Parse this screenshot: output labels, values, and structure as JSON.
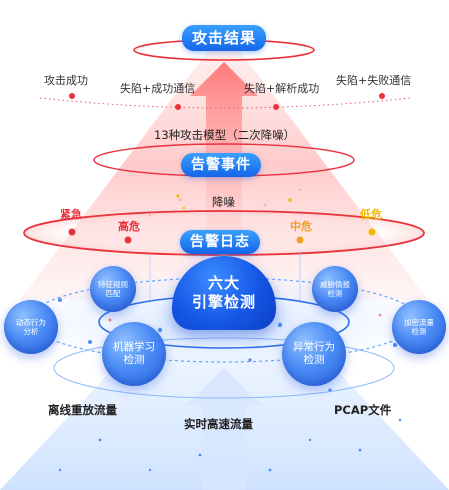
{
  "title": "攻击结果",
  "results": {
    "r1": "攻击成功",
    "r2": "失陷+成功通信",
    "r3": "失陷+解析成功",
    "r4": "失陷+失败通信"
  },
  "model_text": "13种攻击模型（二次降噪）",
  "events_label": "告警事件",
  "denoise_text": "降噪",
  "severity": {
    "urgent": "紧急",
    "high": "高危",
    "medium": "中危",
    "low": "低危"
  },
  "logs_label": "告警日志",
  "engine": {
    "line1": "六大",
    "line2": "引擎检测"
  },
  "detectors": {
    "feature_rule": {
      "line1": "特征规则",
      "line2": "匹配"
    },
    "threat_intel": {
      "line1": "威胁情报",
      "line2": "检测"
    },
    "dynamic": {
      "line1": "动态行为",
      "line2": "分析"
    },
    "encrypted": {
      "line1": "加密流量",
      "line2": "检测"
    },
    "ml": {
      "line1": "机器学习",
      "line2": "检测"
    },
    "anomaly": {
      "line1": "异常行为",
      "line2": "检测"
    }
  },
  "sources": {
    "offline": "离线重放流量",
    "realtime": "实时高速流量",
    "pcap": "PCAP文件"
  },
  "colors": {
    "blue": "#1565e8",
    "red": "#e8323c",
    "orange": "#f0a020",
    "yellow": "#f5b800"
  }
}
